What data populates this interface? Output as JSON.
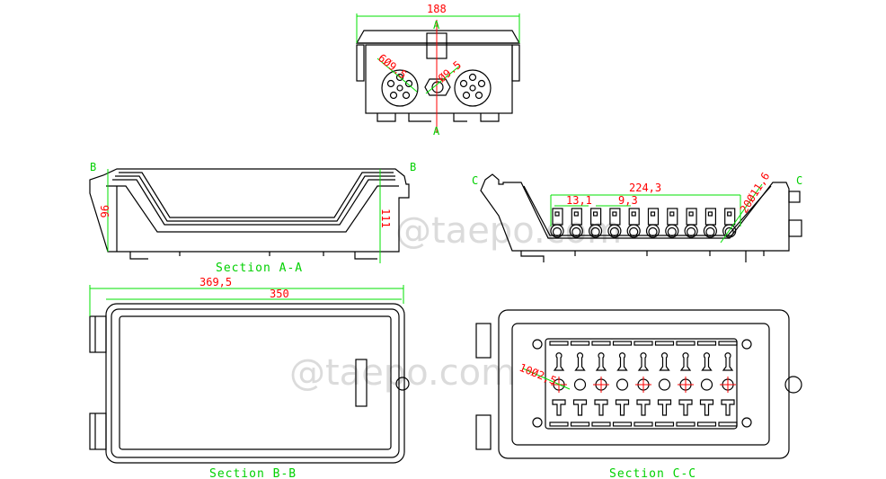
{
  "watermark": "@taepo.com",
  "top_view": {
    "width_dim": "188",
    "section_label_top": "A",
    "section_label_bottom": "A",
    "port_group_dim": "6Ø9.5",
    "center_port_dim": "Ø9.5"
  },
  "section_a": {
    "title": "Section A-A",
    "cut_label_left": "B",
    "cut_label_right": "B",
    "height_left": "96",
    "height_right": "111"
  },
  "section_c_side": {
    "cut_label_left": "C",
    "cut_label_right": "C",
    "span_dim": "224,3",
    "pitch_dim": "13,1",
    "slot_dim": "9,3",
    "ports_dim": "20Ø11,6"
  },
  "section_b": {
    "title": "Section B-B",
    "outer_width": "369,5",
    "inner_width": "350"
  },
  "section_c": {
    "title": "Section C-C",
    "holes_dim": "10Ø2,5"
  },
  "colors": {
    "lines": "#000000",
    "dimension_lines": "#00e000",
    "dimension_text": "#ff0000"
  }
}
